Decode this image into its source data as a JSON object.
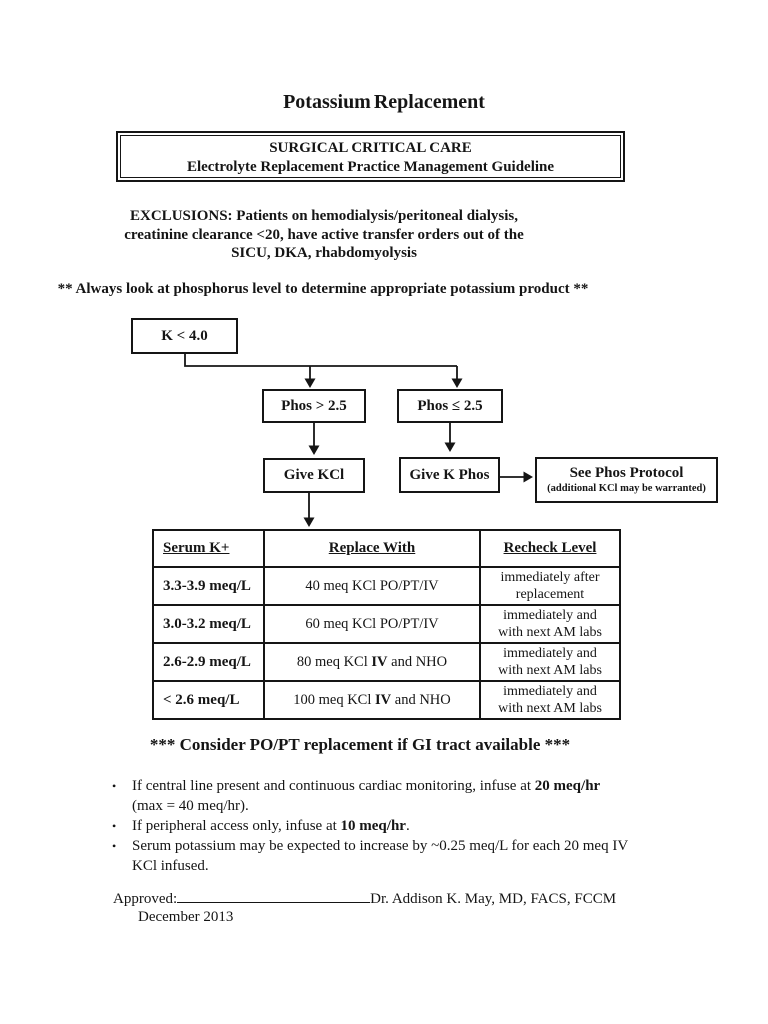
{
  "page": {
    "title": "Potassium Replacement"
  },
  "header_box": {
    "line1": "SURGICAL CRITICAL CARE",
    "line2": "Electrolyte Replacement Practice Management Guideline"
  },
  "exclusions": {
    "line1": "EXCLUSIONS: Patients on hemodialysis/peritoneal dialysis,",
    "line2": "creatinine clearance <20, have active transfer orders out of the",
    "line3": "SICU, DKA, rhabdomyolysis"
  },
  "phosphorus_note": "** Always look at phosphorus level to determine appropriate potassium product **",
  "flowchart": {
    "k_box": "K < 4.0",
    "phos_high": "Phos > 2.5",
    "phos_low": "Phos ≤ 2.5",
    "give_kcl": "Give KCl",
    "give_kphos": "Give K Phos",
    "see_phos_title": "See Phos Protocol",
    "see_phos_sub": "(additional KCl may be warranted)"
  },
  "table": {
    "headers": [
      "Serum K+",
      "Replace With",
      "Recheck Level"
    ],
    "rows": [
      {
        "serum": "3.3-3.9 meq/L",
        "replace_pre": "40 meq KCl PO/PT/IV",
        "replace_bold": "",
        "replace_post": "",
        "recheck1": "immediately after",
        "recheck2": "replacement"
      },
      {
        "serum": "3.0-3.2 meq/L",
        "replace_pre": "60 meq KCl PO/PT/IV",
        "replace_bold": "",
        "replace_post": "",
        "recheck1": "immediately and",
        "recheck2": "with next AM labs"
      },
      {
        "serum": "2.6-2.9 meq/L",
        "replace_pre": "80 meq KCl ",
        "replace_bold": "IV",
        "replace_post": " and NHO",
        "recheck1": "immediately and",
        "recheck2": "with next AM labs"
      },
      {
        "serum": "< 2.6 meq/L",
        "replace_pre": "100 meq KCl ",
        "replace_bold": "IV",
        "replace_post": " and NHO",
        "recheck1": "immediately and",
        "recheck2": "with next AM labs"
      }
    ]
  },
  "consider_note": "*** Consider PO/PT replacement if GI tract available ***",
  "bullets": {
    "bullet_glyph": "•",
    "b1_pre": "If central line present and continuous cardiac monitoring, infuse at ",
    "b1_bold": "20 meq/hr",
    "b1_line2": "(max = 40 meq/hr).",
    "b2_pre": "If peripheral access only, infuse at ",
    "b2_bold": "10 meq/hr",
    "b2_post": ".",
    "b3_line1": "Serum potassium may be expected to increase by ~0.25 meq/L for each 20 meq IV",
    "b3_line2": "KCl infused."
  },
  "approval": {
    "label": "Approved:",
    "name": "Dr. Addison K. May, MD, FACS, FCCM",
    "date": "December 2013"
  }
}
